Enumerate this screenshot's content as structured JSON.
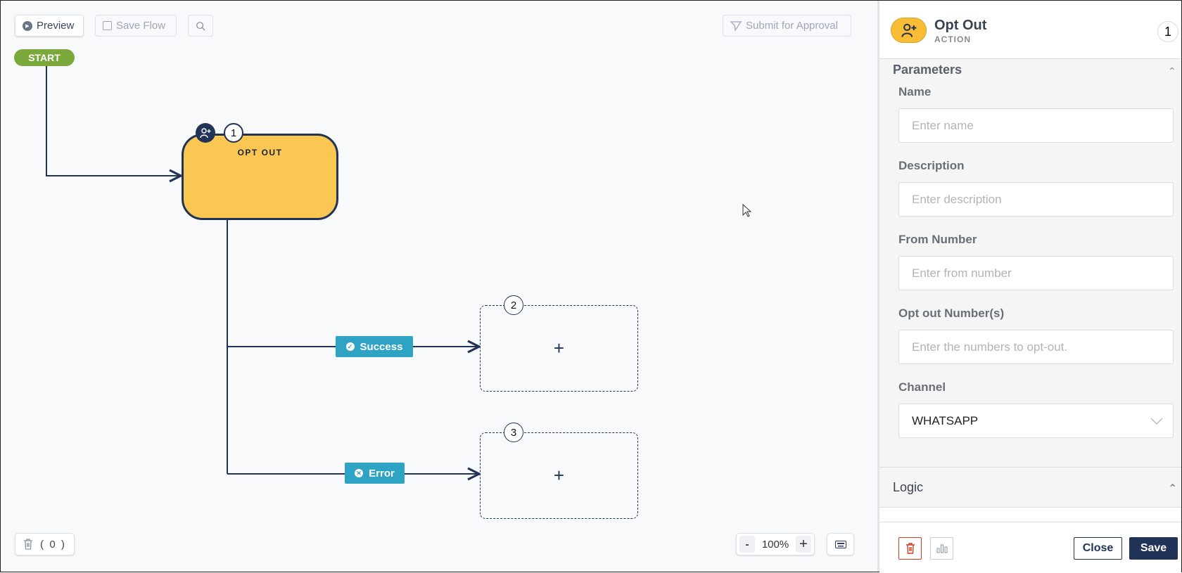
{
  "toolbar": {
    "preview": "Preview",
    "save_flow": "Save Flow",
    "submit": "Submit for Approval"
  },
  "canvas": {
    "start": "START",
    "node": {
      "title": "OPT OUT",
      "number": "1",
      "icon": "user-plus-icon"
    },
    "placeholders": [
      {
        "number": "2",
        "add": "+"
      },
      {
        "number": "3",
        "add": "+"
      }
    ],
    "edges": [
      {
        "label": "Success",
        "icon": "check-circle-icon"
      },
      {
        "label": "Error",
        "icon": "x-circle-icon"
      }
    ],
    "trash_count": "( 0 )",
    "zoom": {
      "minus": "-",
      "value": "100%",
      "plus": "+"
    }
  },
  "panel": {
    "title": "Opt Out",
    "subtitle": "ACTION",
    "number": "1",
    "section": "Parameters",
    "fields": [
      {
        "label": "Name",
        "placeholder": "Enter name"
      },
      {
        "label": "Description",
        "placeholder": "Enter description"
      },
      {
        "label": "From Number",
        "placeholder": "Enter from number"
      },
      {
        "label": "Opt out Number(s)",
        "placeholder": "Enter the numbers to opt-out."
      }
    ],
    "channel": {
      "label": "Channel",
      "value": "WHATSAPP"
    },
    "logic": "Logic",
    "close": "Close",
    "save": "Save"
  },
  "colors": {
    "node": "#f9c752",
    "navy": "#213357",
    "edge_label": "#2ea3c3",
    "start": "#7ba83a",
    "delete": "#d13b1e"
  }
}
